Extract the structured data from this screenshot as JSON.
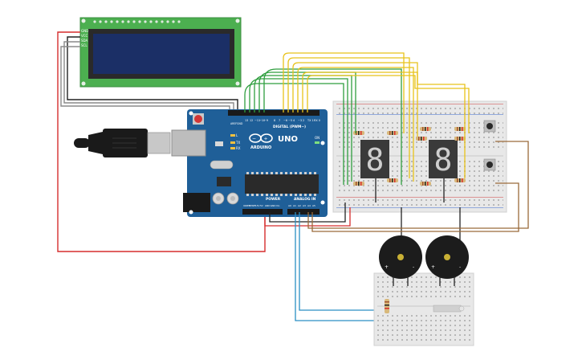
{
  "lcd": {
    "pins": [
      "GND",
      "VCC",
      "SDA",
      "SCL"
    ]
  },
  "arduino": {
    "brand": "ARDUINO",
    "model": "UNO",
    "digital_label": "DIGITAL (PWM~)",
    "power_label": "POWER",
    "analog_label": "ANALOG IN",
    "tx_label": "TX",
    "rx_label": "RX",
    "l_label": "L",
    "on_label": "ON",
    "aref_label": "AREF",
    "gnd_label": "GND",
    "digital_pins": [
      "13",
      "12",
      "~11",
      "~10",
      "~9",
      "8",
      "7",
      "~6",
      "~5",
      "4",
      "~3",
      "2",
      "TX 1",
      "RX 0"
    ],
    "power_pins": [
      "IOREF",
      "RESET",
      "3.3V",
      "5V",
      "GND",
      "GND",
      "Vin"
    ],
    "analog_pins": [
      "A0",
      "A1",
      "A2",
      "A3",
      "A4",
      "A5"
    ]
  },
  "displays": {
    "left_digit": "8",
    "right_digit": "8"
  },
  "buzzers": {
    "plus": "+",
    "minus": "-"
  },
  "colors": {
    "red_wire": "#d62d2d",
    "black_wire": "#222222",
    "gray_wire": "#8a8a8a",
    "green_wire": "#2e9e3e",
    "yellow_wire": "#e8c21a",
    "blue_wire": "#2a8fc4",
    "brown_wire": "#9a6a3a",
    "board_blue": "#1f5f98",
    "lcd_green": "#4caf50",
    "lcd_screen": "#1b2f66"
  }
}
